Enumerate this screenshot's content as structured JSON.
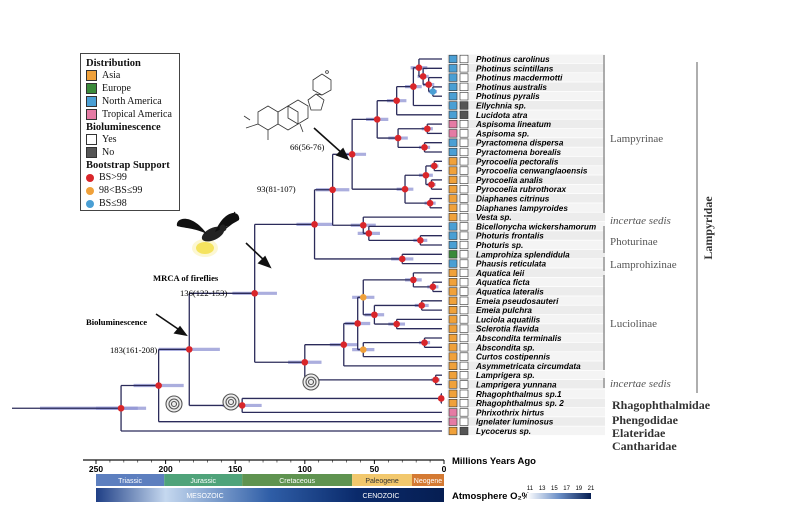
{
  "legend": {
    "distribution_title": "Distribution",
    "distribution": [
      {
        "label": "Asia",
        "color": "#f0a13a"
      },
      {
        "label": "Europe",
        "color": "#3a8a3a"
      },
      {
        "label": "North America",
        "color": "#4a9fd4"
      },
      {
        "label": "Tropical America",
        "color": "#e57ba4"
      }
    ],
    "biolum_title": "Bioluminescence",
    "biolum": [
      {
        "label": "Yes",
        "color": "#ffffff"
      },
      {
        "label": "No",
        "color": "#555555"
      }
    ],
    "bootstrap_title": "Bootstrap Support",
    "bootstrap": [
      {
        "label": "BS>99",
        "color": "#d9262a"
      },
      {
        "label": "98<BS≤99",
        "color": "#f0a13a"
      },
      {
        "label": "BS≤98",
        "color": "#4a9fd4"
      }
    ]
  },
  "taxa": [
    {
      "name": "Photinus carolinus",
      "dist": "#4a9fd4",
      "bio": "#ffffff"
    },
    {
      "name": "Photinus scintillans",
      "dist": "#4a9fd4",
      "bio": "#ffffff"
    },
    {
      "name": "Photinus macdermotti",
      "dist": "#4a9fd4",
      "bio": "#ffffff"
    },
    {
      "name": "Photinus australis",
      "dist": "#4a9fd4",
      "bio": "#ffffff"
    },
    {
      "name": "Photinus pyralis",
      "dist": "#4a9fd4",
      "bio": "#ffffff"
    },
    {
      "name": "Ellychnia sp.",
      "dist": "#4a9fd4",
      "bio": "#555555"
    },
    {
      "name": "Lucidota atra",
      "dist": "#4a9fd4",
      "bio": "#555555"
    },
    {
      "name": "Aspisoma lineatum",
      "dist": "#e57ba4",
      "bio": "#ffffff"
    },
    {
      "name": "Aspisoma sp.",
      "dist": "#e57ba4",
      "bio": "#ffffff"
    },
    {
      "name": "Pyractomena dispersa",
      "dist": "#4a9fd4",
      "bio": "#ffffff"
    },
    {
      "name": "Pyractomena borealis",
      "dist": "#4a9fd4",
      "bio": "#ffffff"
    },
    {
      "name": "Pyrocoelia pectoralis",
      "dist": "#f0a13a",
      "bio": "#ffffff"
    },
    {
      "name": "Pyrocoelia cenwanglaoensis",
      "dist": "#f0a13a",
      "bio": "#ffffff"
    },
    {
      "name": "Pyrocoelia analis",
      "dist": "#f0a13a",
      "bio": "#ffffff"
    },
    {
      "name": "Pyrocoelia rubrothorax",
      "dist": "#f0a13a",
      "bio": "#ffffff"
    },
    {
      "name": "Diaphanes citrinus",
      "dist": "#f0a13a",
      "bio": "#ffffff"
    },
    {
      "name": "Diaphanes lampyroides",
      "dist": "#f0a13a",
      "bio": "#ffffff"
    },
    {
      "name": "Vesta sp.",
      "dist": "#f0a13a",
      "bio": "#ffffff"
    },
    {
      "name": "Bicellonycha wickershamorum",
      "dist": "#4a9fd4",
      "bio": "#ffffff"
    },
    {
      "name": "Photuris frontalis",
      "dist": "#4a9fd4",
      "bio": "#ffffff"
    },
    {
      "name": "Photuris sp.",
      "dist": "#4a9fd4",
      "bio": "#ffffff"
    },
    {
      "name": "Lamprohiza splendidula",
      "dist": "#3a8a3a",
      "bio": "#ffffff"
    },
    {
      "name": "Phausis reticulata",
      "dist": "#4a9fd4",
      "bio": "#ffffff"
    },
    {
      "name": "Aquatica leii",
      "dist": "#f0a13a",
      "bio": "#ffffff"
    },
    {
      "name": "Aquatica ficta",
      "dist": "#f0a13a",
      "bio": "#ffffff"
    },
    {
      "name": "Aquatica lateralis",
      "dist": "#f0a13a",
      "bio": "#ffffff"
    },
    {
      "name": "Emeia pseudosauteri",
      "dist": "#f0a13a",
      "bio": "#ffffff"
    },
    {
      "name": "Emeia pulchra",
      "dist": "#f0a13a",
      "bio": "#ffffff"
    },
    {
      "name": "Luciola aquatilis",
      "dist": "#f0a13a",
      "bio": "#ffffff"
    },
    {
      "name": "Sclerotia flavida",
      "dist": "#f0a13a",
      "bio": "#ffffff"
    },
    {
      "name": "Abscondita terminalis",
      "dist": "#f0a13a",
      "bio": "#ffffff"
    },
    {
      "name": "Abscondita sp.",
      "dist": "#f0a13a",
      "bio": "#ffffff"
    },
    {
      "name": "Curtos costipennis",
      "dist": "#f0a13a",
      "bio": "#ffffff"
    },
    {
      "name": "Asymmetricata circumdata",
      "dist": "#f0a13a",
      "bio": "#ffffff"
    },
    {
      "name": "Lamprigera sp.",
      "dist": "#f0a13a",
      "bio": "#ffffff"
    },
    {
      "name": "Lamprigera yunnana",
      "dist": "#f0a13a",
      "bio": "#ffffff"
    },
    {
      "name": "Rhagophthalmus sp.1",
      "dist": "#f0a13a",
      "bio": "#ffffff"
    },
    {
      "name": "Rhagophthalmus sp. 2",
      "dist": "#f0a13a",
      "bio": "#ffffff"
    },
    {
      "name": "Phrixothrix hirtus",
      "dist": "#e57ba4",
      "bio": "#ffffff"
    },
    {
      "name": "Ignelater luminosus",
      "dist": "#e57ba4",
      "bio": "#ffffff"
    },
    {
      "name": "Lycocerus sp.",
      "dist": "#f0a13a",
      "bio": "#555555"
    }
  ],
  "subfamilies": {
    "lampyrinae": "Lampyrinae",
    "incertae1": "incertae sedis",
    "photurinae": "Photurinae",
    "lamprohizinae": "Lamprohizinae",
    "luciolinae": "Luciolinae",
    "incertae2": "incertae sedis"
  },
  "families": {
    "lampyridae": "Lampyridae",
    "rhagophthalmidae": "Rhagophthalmidae",
    "phengodidae": "Phengodidae",
    "elateridae": "Elateridae",
    "cantharidae": "Cantharidae"
  },
  "annotations": {
    "lampyrinae_age": "66(56-76)",
    "node93_age": "93(81-107)",
    "mrca_label": "MRCA of fireflies",
    "mrca_age": "136(122-153)",
    "biolum_label": "Bioluminescence",
    "biolum_age": "183(161-208)"
  },
  "timescale": {
    "ticks": [
      "250",
      "200",
      "150",
      "100",
      "50",
      "0"
    ],
    "axis_label": "Millions Years Ago",
    "periods": [
      {
        "name": "Triassic",
        "color": "#5d7fbf"
      },
      {
        "name": "Jurassic",
        "color": "#4fa37a"
      },
      {
        "name": "Cretaceous",
        "color": "#5f9350"
      },
      {
        "name": "Paleogene",
        "color": "#f2c86d"
      },
      {
        "name": "Neogene",
        "color": "#d47a33"
      }
    ],
    "eras": [
      "MESOZOIC",
      "CENOZOIC"
    ],
    "o2_label": "Atmosphere O₂%",
    "o2_ticks": [
      "11",
      "13",
      "15",
      "17",
      "19",
      "21"
    ]
  }
}
